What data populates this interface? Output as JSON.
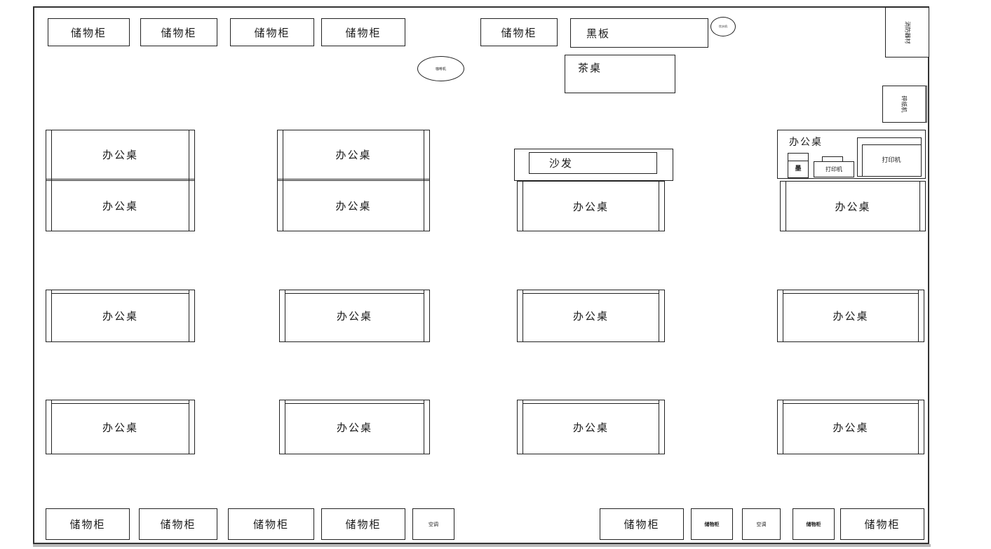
{
  "colors": {
    "line": "#222222",
    "background": "#ffffff"
  },
  "plan": {
    "top_row": {
      "cabinet1": "储物柜",
      "cabinet2": "储物柜",
      "cabinet3": "储物柜",
      "cabinet4": "储物柜",
      "cabinet5": "储物柜",
      "blackboard": "黑板",
      "water_dispenser": "饮水机",
      "coffee_machine": "咖啡机",
      "tea_table": "茶桌"
    },
    "right_wall": {
      "fire_equipment": "消防器材",
      "shredder": "碎纸机"
    },
    "desks": {
      "r1c1_top": "办公桌",
      "r1c1_bottom": "办公桌",
      "r1c2_top": "办公桌",
      "r1c2_bottom": "办公桌",
      "sofa": "沙发",
      "r1c3_bottom": "办公桌",
      "r1c4_top": "办公桌",
      "ink_box": "墨",
      "printer_small": "打印机",
      "printer_large": "打印机",
      "r1c4_bottom": "办公桌",
      "r2": [
        "办公桌",
        "办公桌",
        "办公桌",
        "办公桌"
      ],
      "r3": [
        "办公桌",
        "办公桌",
        "办公桌",
        "办公桌"
      ]
    },
    "bottom_row": {
      "cabinet1": "储物柜",
      "cabinet2": "储物柜",
      "cabinet3": "储物柜",
      "cabinet4": "储物柜",
      "ac1": "空调",
      "cabinet5": "储物柜",
      "cabinet6": "储物柜",
      "ac2": "空调",
      "cabinet7": "储物柜",
      "cabinet8": "储物柜"
    }
  }
}
